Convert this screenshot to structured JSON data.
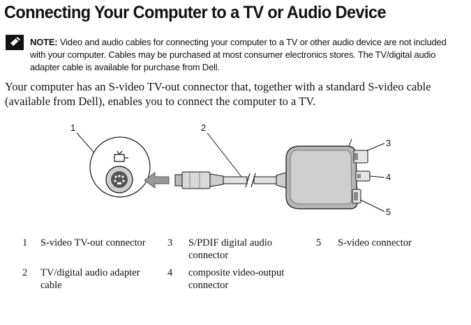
{
  "heading": "Connecting Your Computer to a TV or Audio Device",
  "note": {
    "label": "NOTE:",
    "text": " Video and audio cables for connecting your computer to a TV or other audio device are not included with your computer. Cables may be purchased at most consumer electronics stores. The TV/digital audio adapter cable is available for purchase from Dell."
  },
  "intro": "Your computer has an S-video TV-out connector that, together with a standard S-video cable (available from Dell), enables you to connect the computer to a TV.",
  "callouts": [
    "1",
    "2",
    "3",
    "4",
    "5"
  ],
  "legend": [
    {
      "num": "1",
      "text": "S-video TV-out connector"
    },
    {
      "num": "2",
      "text": "TV/digital audio adapter cable"
    },
    {
      "num": "3",
      "text": "S/PDIF digital audio connector"
    },
    {
      "num": "4",
      "text": "composite video-output connector"
    },
    {
      "num": "5",
      "text": "S-video connector"
    }
  ]
}
